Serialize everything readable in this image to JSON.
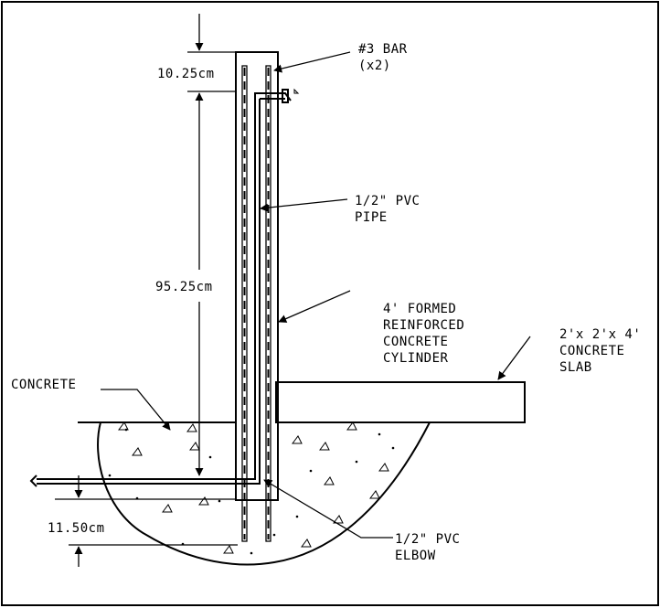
{
  "dimensions": {
    "top": "10.25cm",
    "middle": "95.25cm",
    "bottom": "11.50cm"
  },
  "labels": {
    "bar_line1": "#3 BAR",
    "bar_line2": "(x2)",
    "pipe_line1": "1/2\" PVC",
    "pipe_line2": "PIPE",
    "cyl_line1": "4' FORMED",
    "cyl_line2": "REINFORCED",
    "cyl_line3": "CONCRETE",
    "cyl_line4": "CYLINDER",
    "slab_line1": "2'x 2'x 4'",
    "slab_line2": "CONCRETE",
    "slab_line3": "SLAB",
    "concrete": "CONCRETE",
    "elbow_line1": "1/2\" PVC",
    "elbow_line2": "ELBOW"
  }
}
